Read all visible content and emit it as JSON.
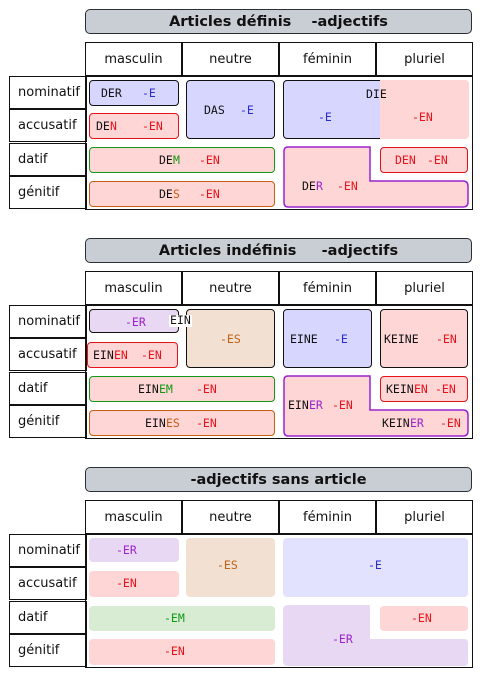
{
  "columns": [
    "masculin",
    "neutre",
    "féminin",
    "pluriel"
  ],
  "cases": [
    "nominatif",
    "accusatif",
    "datif",
    "génitif"
  ],
  "colors": {
    "red_fill": "#ffd6d6",
    "blue_fill": "#d6d6ff",
    "beige_fill": "#f2e1d2",
    "purple_fill": "#e8d8f4",
    "green_fill": "#d8ecd4",
    "red": "#e8121b",
    "blue": "#2b2bd4",
    "green": "#119914",
    "orange": "#c45f12",
    "purple": "#9a23cc"
  },
  "s1": {
    "title": "Articles définis    -adjectifs",
    "der_stem": "DER",
    "der_end": "-E",
    "das_stem": "DAS",
    "das_end": "-E",
    "die_stem": "DIE",
    "die_end_e": "-E",
    "die_end_en": "-EN",
    "den_stem": "DE",
    "den_n": "N",
    "den_end": "-EN",
    "dem_stem": "DE",
    "dem_m": "M",
    "dem_end": "-EN",
    "des_stem": "DE",
    "des_s": "S",
    "des_end": "-EN",
    "der_f_stem": "DE",
    "der_f_r": "R",
    "der_f_end": "-EN",
    "den_pl": "DEN",
    "den_pl_end": "-EN"
  },
  "s2": {
    "title": "Articles indéfinis     -adjectifs",
    "er_end": "-ER",
    "ein": "EIN",
    "es_end": "-ES",
    "eine_stem": "EINE",
    "eine_end": "-E",
    "keine_stem": "KEINE",
    "keine_end": "-EN",
    "einen_stem": "EIN",
    "einen_en": "EN",
    "einen_end": "-EN",
    "einem_stem": "EIN",
    "einem_em": "EM",
    "einem_end": "-EN",
    "eines_stem": "EIN",
    "eines_es": "ES",
    "eines_end": "-EN",
    "einer_stem": "EIN",
    "einer_er": "ER",
    "einer_end": "-EN",
    "keinen_stem": "KEIN",
    "keinen_en": "EN",
    "keinen_end": "-EN",
    "keiner_stem": "KEIN",
    "keiner_er": "ER",
    "keiner_end": "-EN"
  },
  "s3": {
    "title": "-adjectifs sans article",
    "m_nom": "-ER",
    "m_acc": "-EN",
    "n_nom": "-ES",
    "f_nom": "-E",
    "dat_m": "-EM",
    "dat_pl": "-EN",
    "f_dat": "-ER",
    "gen_m": "-EN"
  }
}
